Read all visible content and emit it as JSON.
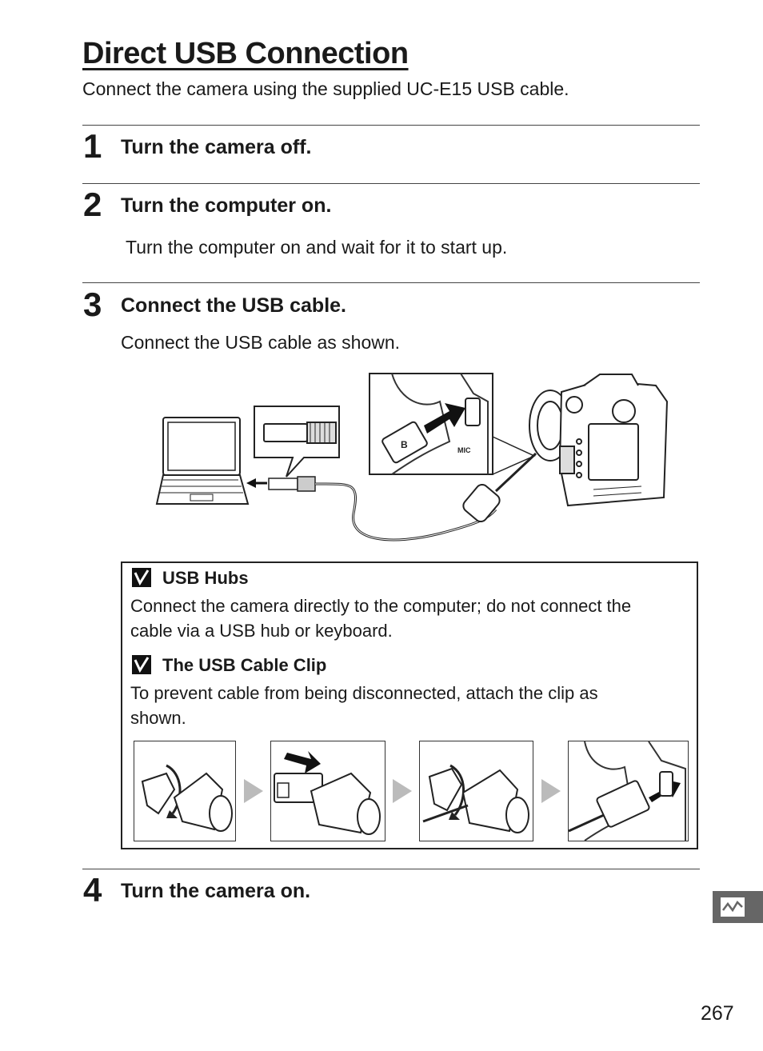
{
  "title": "Direct USB Connection",
  "intro": "Connect the camera using the supplied UC-E15 USB cable.",
  "steps": [
    {
      "number": "1",
      "heading": "Turn the camera off.",
      "body": ""
    },
    {
      "number": "2",
      "heading": "Turn the computer on.",
      "body": "Turn the computer on and wait for it to start up."
    },
    {
      "number": "3",
      "heading": "Connect the USB cable.",
      "body": "Connect the USB cable as shown."
    },
    {
      "number": "4",
      "heading": "Turn the camera on.",
      "body": ""
    }
  ],
  "notes": [
    {
      "heading": "USB Hubs",
      "line1": "Connect the camera directly to the computer; do not connect the",
      "line2": "cable via a USB hub or keyboard."
    },
    {
      "heading": "The USB Cable Clip",
      "line1": "To prevent cable from being disconnected, attach the clip as",
      "line2": "shown."
    }
  ],
  "illustration": {
    "port_label": "MIC",
    "plug_label": "B"
  },
  "icons": {
    "check": "check-icon",
    "section_tab": "connection-wave-icon",
    "arrow": "arrow-right-icon"
  },
  "page_number": "267"
}
